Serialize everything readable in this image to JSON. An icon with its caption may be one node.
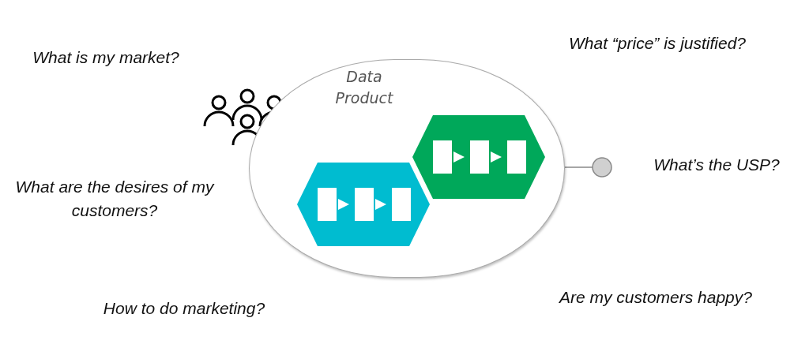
{
  "diagram": {
    "nodes": [
      {
        "text": [
          "Data Product"
        ]
      },
      {
        "text": [],
        "shape": "circle"
      }
    ],
    "edges": [
      {
        "from": 0,
        "to": 1,
        "arrow": "none"
      }
    ],
    "labels": [
      "What “price” is justified?",
      "What is my market?",
      "What’s the USP?",
      "What are the desires of my customers?",
      "Are my customers happy?",
      "How to do marketing?"
    ]
  }
}
